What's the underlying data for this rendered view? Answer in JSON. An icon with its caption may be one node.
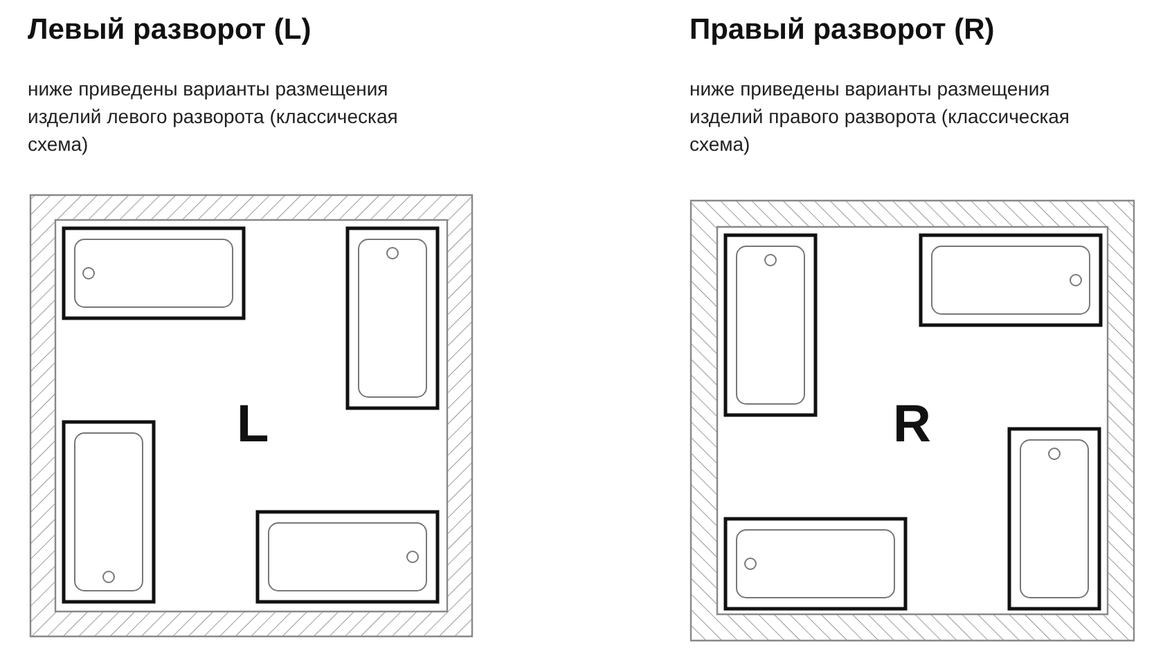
{
  "diagram": {
    "nodes": [
      {
        "text": [
          "Левый разворот (L)",
          "ниже приведены варианты размещения изделий левого разворота (классическая схема)",
          "L"
        ]
      },
      {
        "text": [
          "Правый разворот (R)",
          "ниже приведены варианты размещения изделий правого разворота (классическая схема)",
          "R"
        ]
      }
    ]
  }
}
